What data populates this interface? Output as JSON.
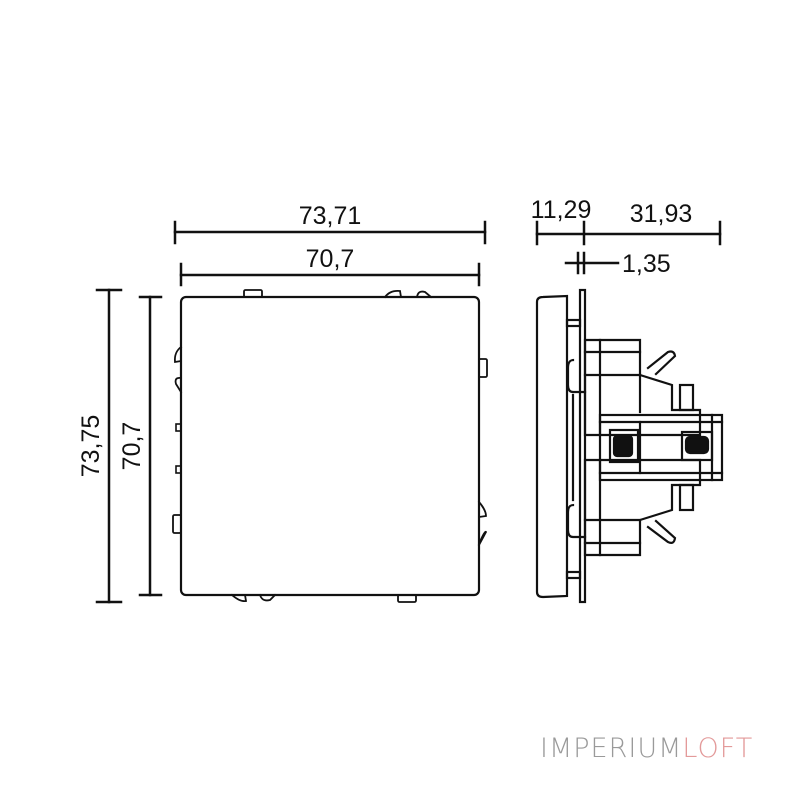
{
  "diagram": {
    "type": "technical-dimension-drawing",
    "subject": "wall socket module, front and side views",
    "front_view": {
      "width_outer": "73,71",
      "width_inner": "70,7",
      "height_outer": "73,75",
      "height_inner": "70,7"
    },
    "side_view": {
      "depth_front": "11,29",
      "depth_back": "31,93",
      "plate_thickness": "1,35"
    }
  },
  "logo": {
    "part1": "IMPERIUM",
    "part2": "LOFT",
    "colors": {
      "part1": "#9a9a9a",
      "part2": "#e39a9a"
    }
  },
  "colors": {
    "line": "#111111",
    "background": "#ffffff"
  }
}
